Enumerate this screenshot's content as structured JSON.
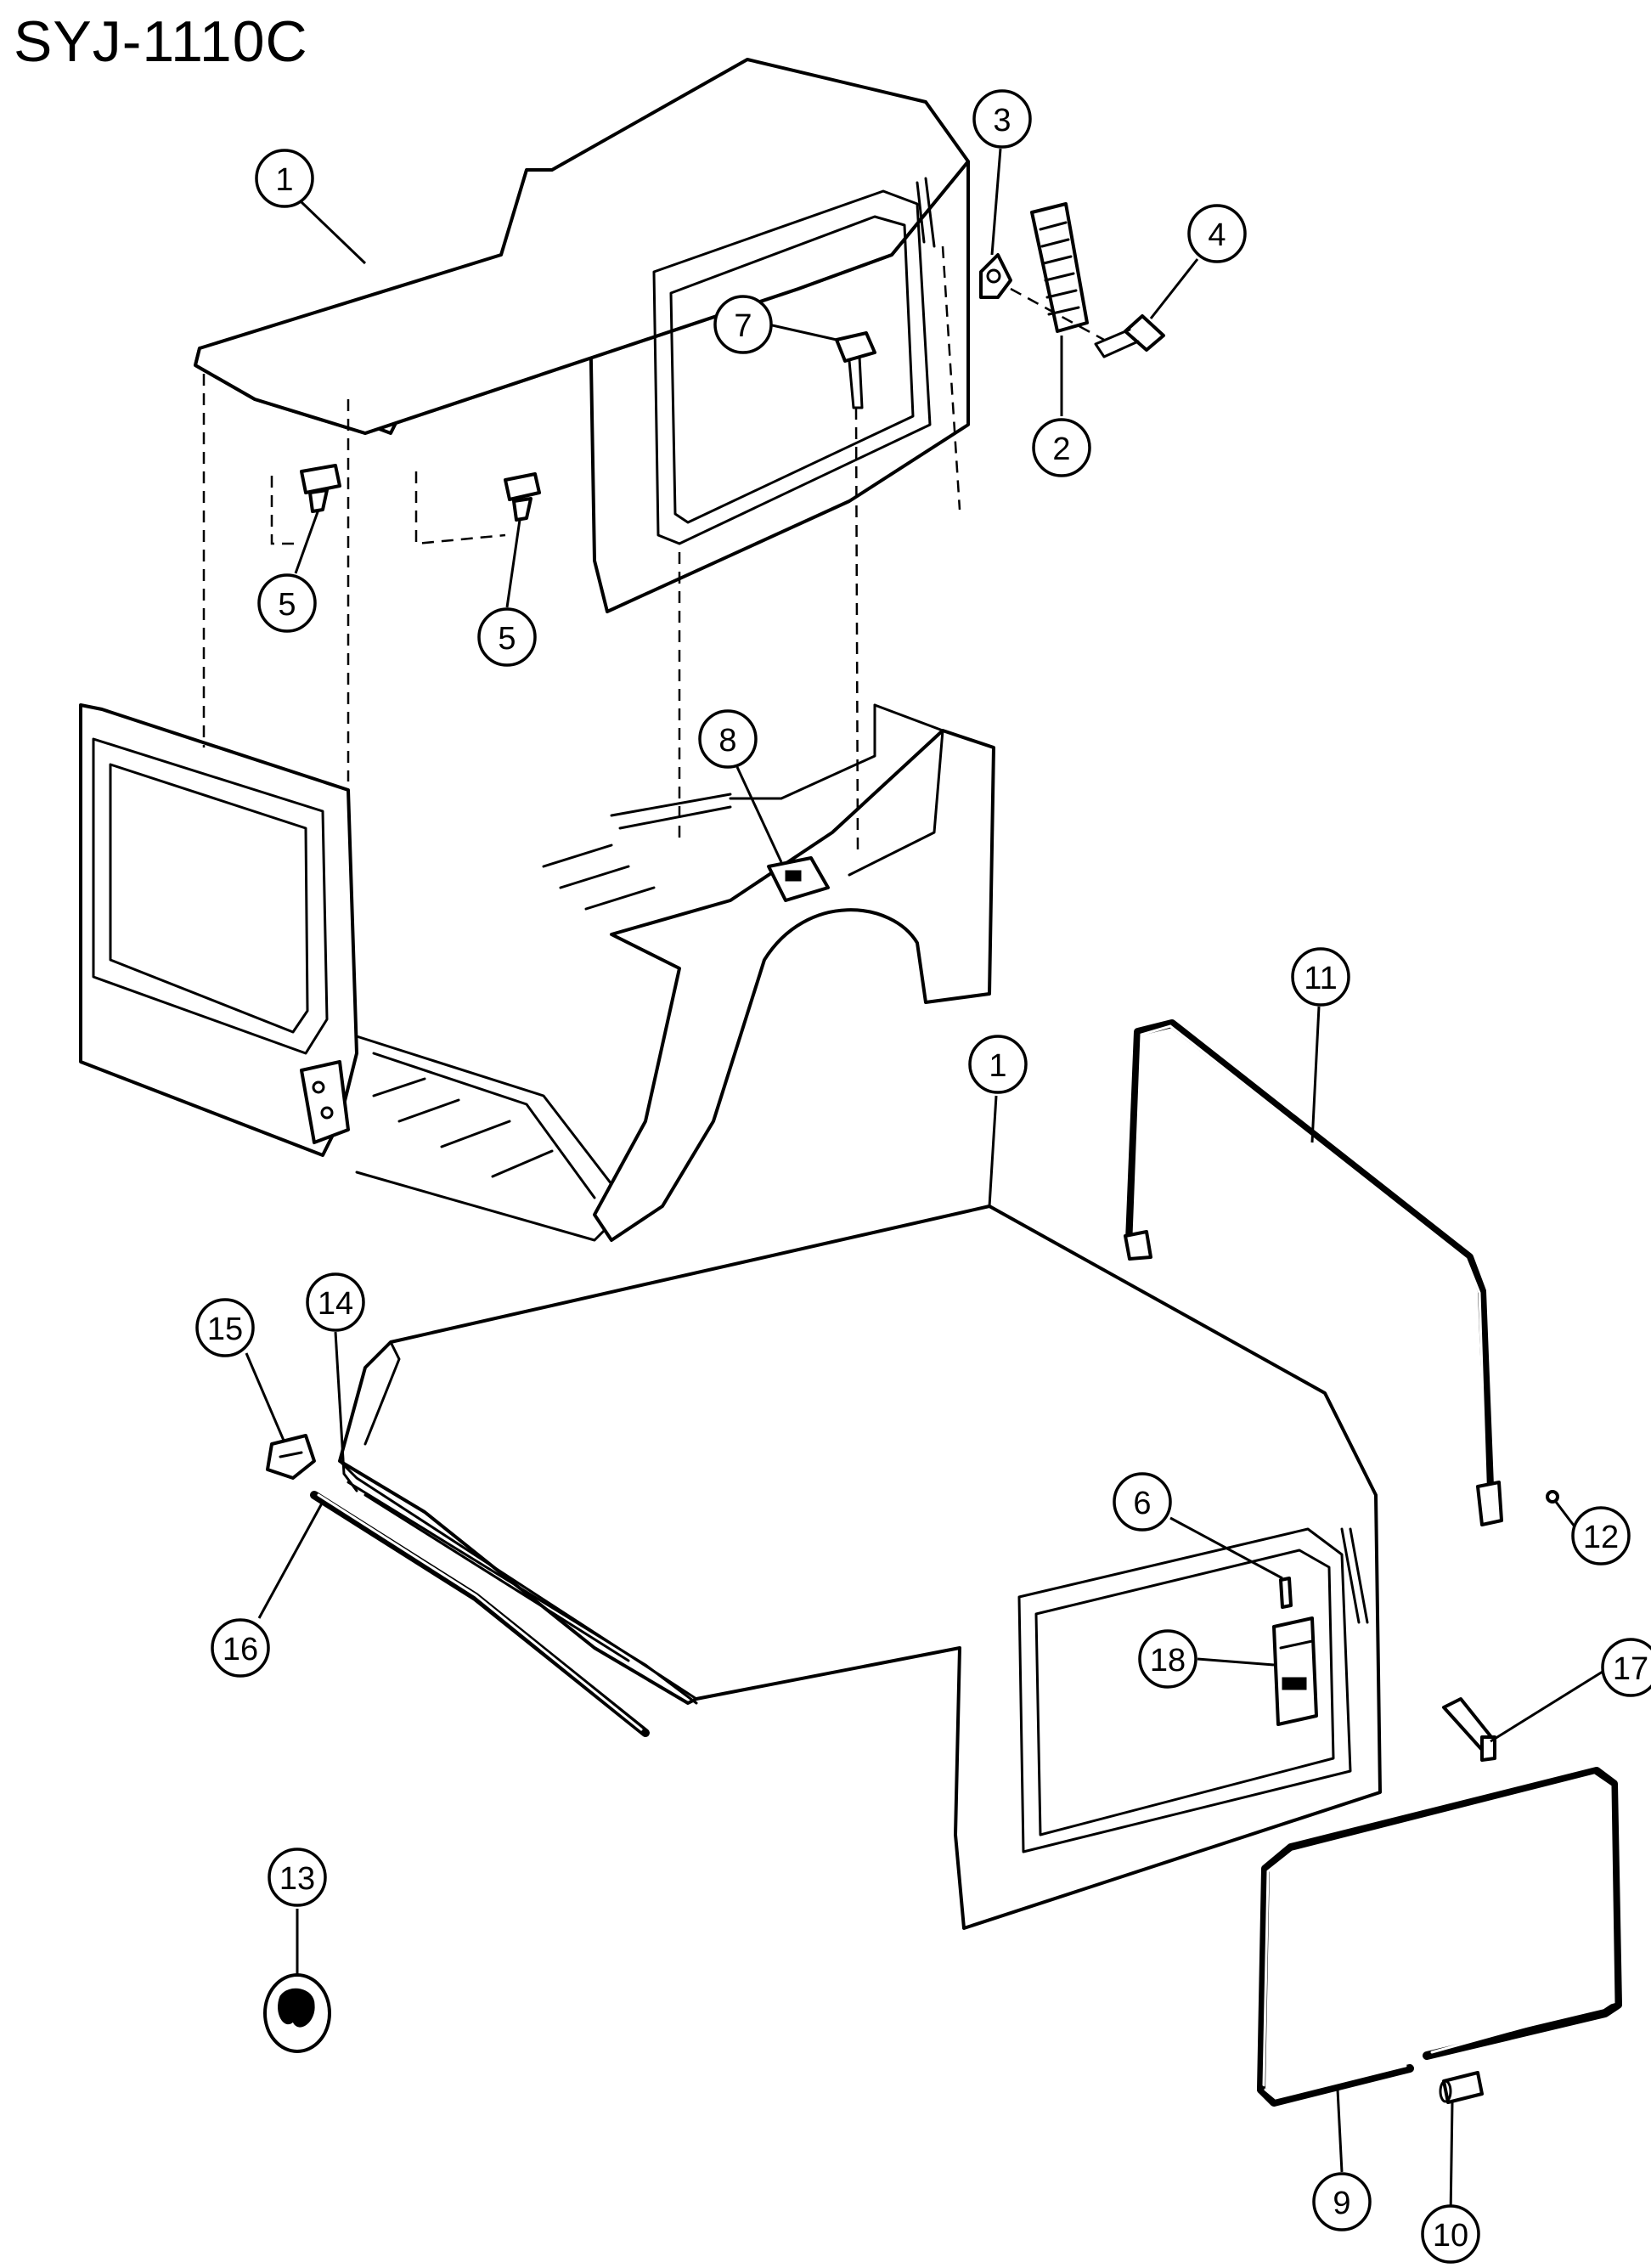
{
  "title": "SYJ-1110C",
  "callouts": [
    "1",
    "2",
    "3",
    "4",
    "5",
    "5",
    "7",
    "8",
    "1",
    "11",
    "6",
    "18",
    "12",
    "14",
    "15",
    "16",
    "17",
    "13",
    "9",
    "10"
  ]
}
